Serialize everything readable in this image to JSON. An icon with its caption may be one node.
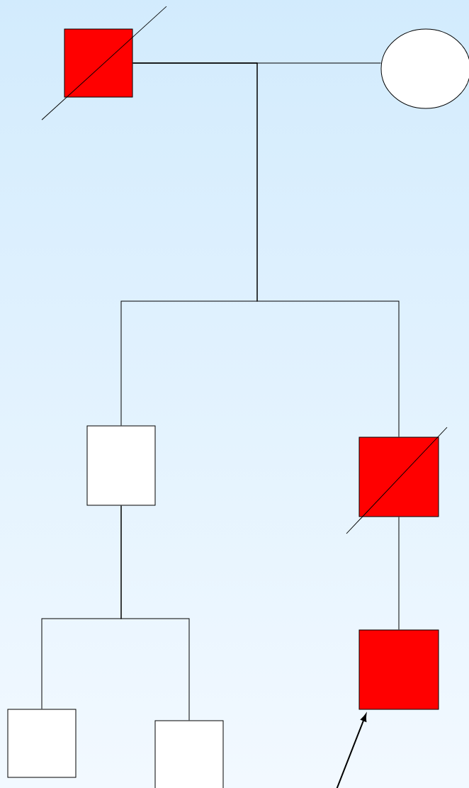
{
  "diagram": {
    "nodes": [
      {
        "text": [],
        "shape": "box"
      },
      {
        "text": [],
        "shape": "circle"
      },
      {
        "text": [],
        "shape": "box"
      },
      {
        "text": [],
        "shape": "box"
      },
      {
        "text": [],
        "shape": "box"
      },
      {
        "text": [],
        "shape": "box"
      },
      {
        "text": [],
        "shape": "box"
      }
    ],
    "edges": [
      {
        "from": 0,
        "to": 1,
        "arrow": "none"
      },
      {
        "from": 0,
        "to": 2,
        "arrow": "none"
      },
      {
        "from": 0,
        "to": 3,
        "arrow": "none"
      },
      {
        "from": 2,
        "to": 4,
        "arrow": "none"
      },
      {
        "from": 2,
        "to": 5,
        "arrow": "none"
      },
      {
        "from": 3,
        "to": 6,
        "arrow": "none"
      },
      {
        "from": null,
        "to": 6,
        "arrow": "to"
      }
    ]
  }
}
